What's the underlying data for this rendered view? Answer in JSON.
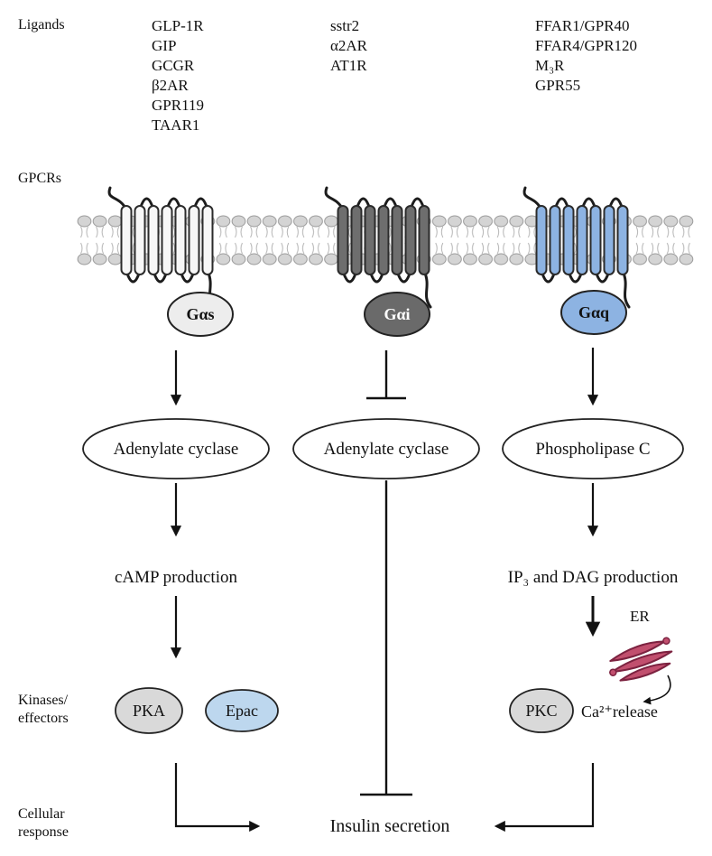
{
  "figure": {
    "row_labels": {
      "ligands": "Ligands",
      "gpcrs": "GPCRs",
      "kinases": [
        "Kinases/",
        "effectors"
      ],
      "cellular": [
        "Cellular",
        "response"
      ]
    },
    "ligand_columns": {
      "gas": [
        "GLP-1R",
        "GIP",
        "GCGR",
        "β2AR",
        "GPR119",
        "TAAR1"
      ],
      "gai": [
        "sstr2",
        "α2AR",
        "AT1R"
      ],
      "gaq": [
        "FFAR1/GPR40",
        "FFAR4/GPR120",
        "M₃R",
        "GPR55"
      ]
    },
    "g_proteins": {
      "gas": "Gαs",
      "gai": "Gαi",
      "gaq": "Gαq"
    },
    "effectors": {
      "gas_enzyme": "Adenylate cyclase",
      "gai_enzyme": "Adenylate cyclase",
      "gaq_enzyme": "Phospholipase C"
    },
    "second_messengers": {
      "gas": "cAMP production",
      "gaq": "IP₃ and DAG production"
    },
    "kinases": {
      "pka": "PKA",
      "epac": "Epac",
      "pkc": "PKC"
    },
    "organelle": {
      "er": "ER",
      "calcium": "Ca²⁺release"
    },
    "cellular_response": {
      "insulin": "Insulin secretion"
    },
    "colors": {
      "gas_receptor": "#f7f7f7",
      "gai_receptor": "#6e6e6e",
      "gaq_receptor": "#8db3e2",
      "gas_protein_fill": "#ededed",
      "gai_protein_fill": "#6a6a6a",
      "gaq_protein_fill": "#8db3e2",
      "epac_fill": "#bdd7ee",
      "kinase_fill": "#d9d9d9",
      "er_fill": "#c14f6e",
      "membrane_head": "#d4d4d4",
      "line": "#111111"
    }
  }
}
